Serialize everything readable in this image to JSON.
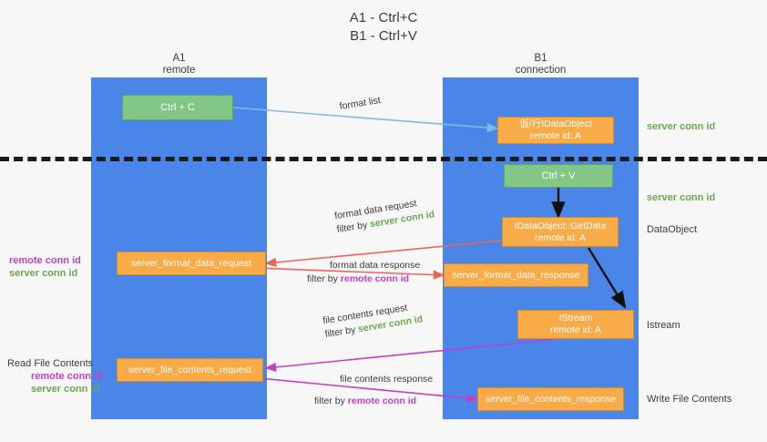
{
  "title": {
    "line1": "A1 - Ctrl+C",
    "line2": "B1 - Ctrl+V"
  },
  "lanes": [
    {
      "id": "a1",
      "name": "A1",
      "sub": "remote"
    },
    {
      "id": "b1",
      "name": "B1",
      "sub": "connection"
    }
  ],
  "boxes": {
    "ctrl_c": {
      "line1": "Ctrl + C"
    },
    "ctrl_v": {
      "line1": "Ctrl + V"
    },
    "dataobject_format_list": {
      "line1": "仮/行IDataObject",
      "line2": "remote id: A"
    },
    "getdata": {
      "line1": "IDataObject::GetData",
      "line2": "remote id: A"
    },
    "istream": {
      "line1": "IStream",
      "line2": "remote id: A"
    },
    "server_format_data_request": {
      "line1": "server_format_data_request"
    },
    "server_format_data_response": {
      "line1": "server_format_data_response"
    },
    "server_file_contents_request": {
      "line1": "server_file_contents_request"
    },
    "server_file_contents_response": {
      "line1": "server_file_contents_response"
    }
  },
  "edges": {
    "format_list": {
      "line1": "format list"
    },
    "format_data_request": {
      "line1": "format data request",
      "filter_prefix": "filter by ",
      "filter_key": "server conn id"
    },
    "format_data_response": {
      "line1": "format data response",
      "filter_prefix": "filter by ",
      "filter_key": "remote conn id"
    },
    "file_contents_request": {
      "line1": "file contents request",
      "filter_prefix": "filter by ",
      "filter_key": "server conn id"
    },
    "file_contents_response": {
      "line1": "file contents response",
      "filter_prefix": "filter by ",
      "filter_key": "remote conn id"
    }
  },
  "notes": {
    "right_server_conn_top": "server conn id",
    "right_server_conn_mid": "server conn id",
    "right_dataobject": "DataObject",
    "right_istream": "Istream",
    "right_write_file_contents": "Write File Contents",
    "left_read_file_contents": "Read File Contents",
    "remote_conn_id": "remote conn id",
    "server_conn_id": "server conn id"
  },
  "colors": {
    "lane": "#4a86e8",
    "box_orange": "#f9ab48",
    "box_green": "#82c785",
    "server_conn_id": "#6aa84f",
    "remote_conn_id": "#c340c3",
    "arrow_red": "#e8675a",
    "arrow_magenta": "#c340c3",
    "arrow_blue": "#7fbbe8",
    "arrow_black": "#111111",
    "background": "#f7f7f7"
  }
}
